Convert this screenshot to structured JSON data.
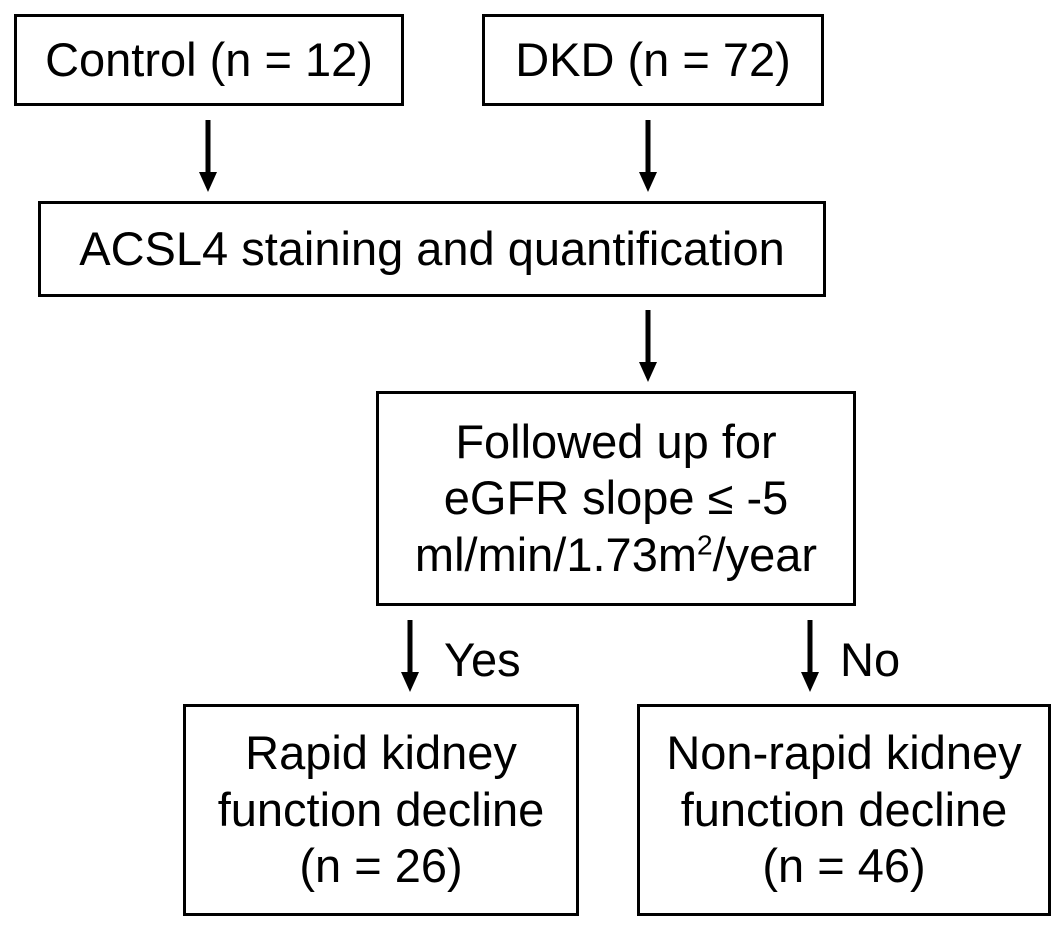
{
  "nodes": {
    "control": {
      "label": "Control (n = 12)"
    },
    "dkd": {
      "label": "DKD (n = 72)"
    },
    "staining": {
      "label": "ACSL4 staining and quantification"
    },
    "followup": {
      "line1": "Followed up for",
      "line2": "eGFR slope ≤ -5",
      "line3_prefix": "ml/min/1.73m",
      "line3_sup": "2",
      "line3_suffix": "/year"
    },
    "rapid": {
      "line1": "Rapid kidney",
      "line2": "function decline",
      "line3": "(n = 26)"
    },
    "nonrapid": {
      "line1": "Non-rapid kidney",
      "line2": "function decline",
      "line3": "(n = 46)"
    }
  },
  "edges": {
    "yes_label": "Yes",
    "no_label": "No"
  },
  "colors": {
    "stroke": "#000000",
    "background": "#ffffff"
  }
}
